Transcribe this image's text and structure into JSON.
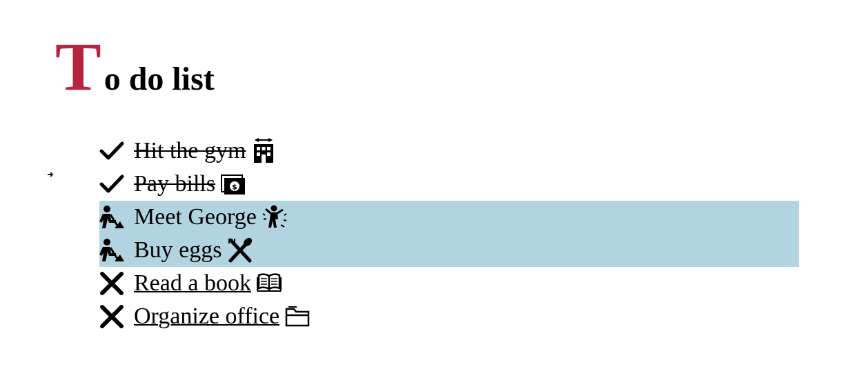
{
  "title": {
    "dropcap": "T",
    "rest": "o do list",
    "dropcap_color": "#b5253f"
  },
  "highlight_color": "#b1d4e0",
  "tasks": [
    {
      "label": "Hit the gym",
      "status": "done",
      "status_icon": "checkmark-icon",
      "task_icon": "building-icon"
    },
    {
      "label": "Pay bills",
      "status": "done",
      "status_icon": "checkmark-icon",
      "task_icon": "money-icon"
    },
    {
      "label": "Meet George",
      "status": "in-progress",
      "status_icon": "construction-worker-icon",
      "task_icon": "party-person-icon"
    },
    {
      "label": "Buy eggs",
      "status": "in-progress",
      "status_icon": "construction-worker-icon",
      "task_icon": "utensils-icon"
    },
    {
      "label": "Read a book",
      "status": "todo",
      "status_icon": "cross-icon",
      "task_icon": "open-book-icon"
    },
    {
      "label": "Organize office",
      "status": "todo",
      "status_icon": "cross-icon",
      "task_icon": "folder-icon"
    }
  ]
}
